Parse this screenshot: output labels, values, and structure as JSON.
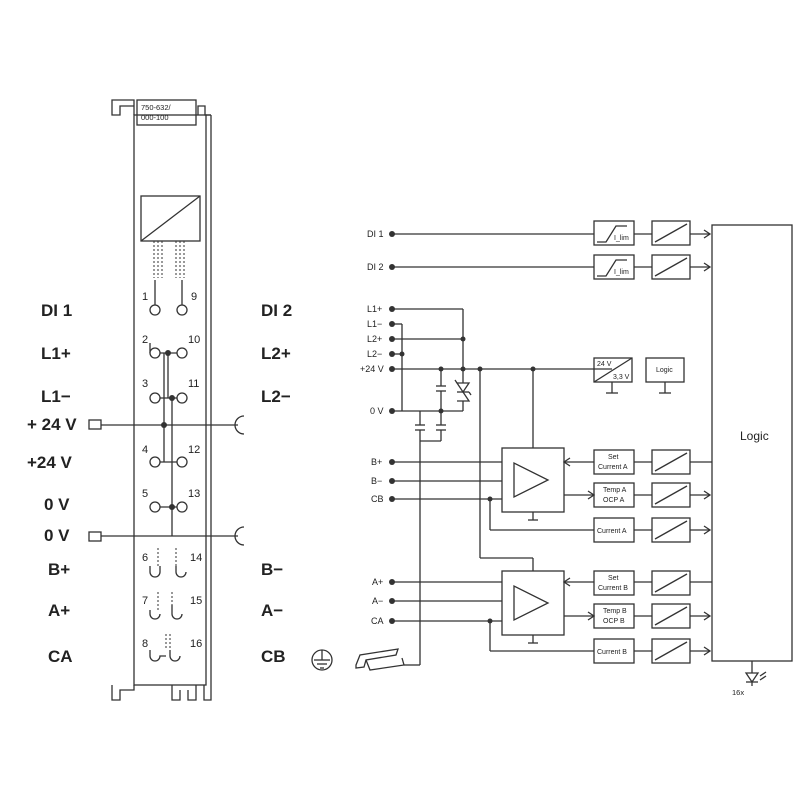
{
  "module": {
    "part_number": [
      "750-632/",
      "000-100"
    ]
  },
  "terminals": {
    "left_labels": [
      "DI 1",
      "L1+",
      "L1−",
      "+ 24 V",
      "+24 V",
      "0 V",
      "0 V",
      "B+",
      "A+",
      "CA"
    ],
    "right_labels": [
      "DI 2",
      "L2+",
      "L2−",
      "B−",
      "A−",
      "CB"
    ],
    "numbers_left": [
      "1",
      "2",
      "3",
      "4",
      "5",
      "6",
      "7",
      "8"
    ],
    "numbers_right": [
      "9",
      "10",
      "11",
      "12",
      "13",
      "14",
      "15",
      "16"
    ]
  },
  "schematic": {
    "inputs_top": [
      "DI 1",
      "DI 2"
    ],
    "supply": [
      "L1+",
      "L1−",
      "L2+",
      "L2−",
      "+24 V",
      "0 V"
    ],
    "channel_a_top": [
      "B+",
      "B−",
      "CB"
    ],
    "channel_b": [
      "A+",
      "A−",
      "CA"
    ],
    "ilim_label": "I_lim",
    "regulator": [
      "24 V",
      "3,3 V"
    ],
    "logic_small": "Logic",
    "logic_big": "Logic",
    "box_set_a": [
      "Set",
      "Current A"
    ],
    "box_temp_a": [
      "Temp A",
      "OCP A"
    ],
    "box_current_a": "Current A",
    "box_set_b": [
      "Set",
      "Current B"
    ],
    "box_temp_b": [
      "Temp B",
      "OCP B"
    ],
    "box_current_b": "Current B",
    "led_count": "16x"
  },
  "colors": {
    "line": "#333333",
    "background": "#ffffff"
  }
}
